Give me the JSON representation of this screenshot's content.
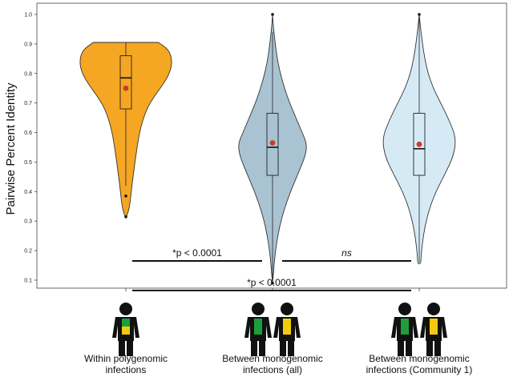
{
  "chart_data": {
    "type": "violin",
    "ylabel": "Pairwise Percent Identity",
    "ylim": [
      0.07,
      1.02
    ],
    "yticks": [
      "0.1",
      "0.2",
      "0.3",
      "0.4",
      "0.5",
      "0.6",
      "0.7",
      "0.8",
      "0.9",
      "1.0"
    ],
    "grid": false,
    "categories": [
      {
        "label_lines": [
          "Within polygenomic",
          "infections"
        ],
        "fill": "#F5A623",
        "min": 0.31,
        "max": 0.905,
        "q1": 0.68,
        "median": 0.785,
        "q3": 0.86,
        "mean": 0.75,
        "whisker_low": 0.42,
        "whisker_high": 0.905,
        "outliers": [
          0.385,
          0.315
        ],
        "people": [
          {
            "top": "#1E9E3B",
            "bottom": "#F2CC0C"
          }
        ]
      },
      {
        "label_lines": [
          "Between monogenomic",
          "infections (all)"
        ],
        "fill": "#A9C3D3",
        "min": 0.09,
        "max": 1.0,
        "q1": 0.455,
        "median": 0.55,
        "q3": 0.665,
        "mean": 0.565,
        "whisker_low": 0.09,
        "whisker_high": 0.94,
        "outliers": [
          1.0,
          0.09
        ],
        "people": [
          {
            "top": "#1E9E3B",
            "bottom": "#1E9E3B"
          },
          {
            "top": "#F2CC0C",
            "bottom": "#F2CC0C"
          }
        ]
      },
      {
        "label_lines": [
          "Between monogenomic",
          "infections (Community 1)"
        ],
        "fill": "#D6EAF6",
        "min": 0.155,
        "max": 1.0,
        "q1": 0.455,
        "median": 0.545,
        "q3": 0.665,
        "mean": 0.56,
        "whisker_low": 0.16,
        "whisker_high": 0.99,
        "outliers": [
          1.0
        ],
        "people": [
          {
            "top": "#1E9E3B",
            "bottom": "#1E9E3B"
          },
          {
            "top": "#F2CC0C",
            "bottom": "#F2CC0C"
          }
        ]
      }
    ],
    "comparisons": [
      {
        "from": 0,
        "to": 1,
        "y": 0.165,
        "label": "*p < 0.0001",
        "italic": false
      },
      {
        "from": 1,
        "to": 2,
        "y": 0.165,
        "label": "ns",
        "italic": true
      },
      {
        "from": 0,
        "to": 2,
        "y": 0.065,
        "label": "*p < 0.0001",
        "italic": false
      }
    ],
    "mean_marker_color": "#D0392B"
  }
}
